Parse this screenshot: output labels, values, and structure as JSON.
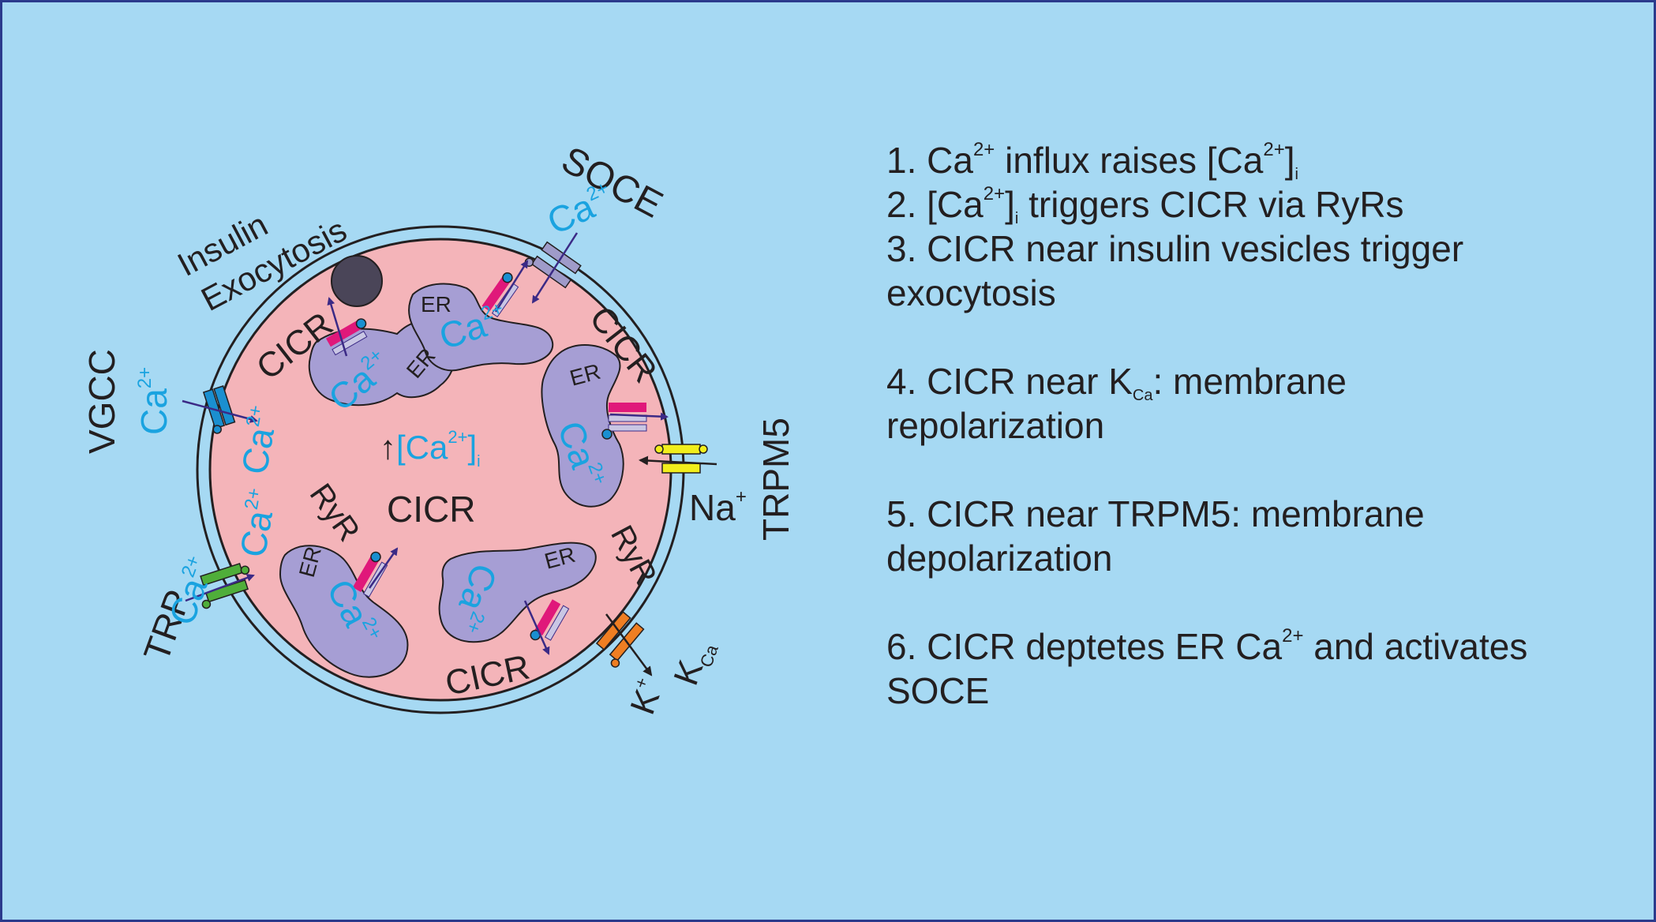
{
  "labels": {
    "soce": "SOCE",
    "insulin": "Insulin",
    "exocytosis": "Exocytosis",
    "vgcc": "VGCC",
    "trp": "TRP",
    "trpm5": "TRPM5",
    "na": "Na",
    "na_sup": "+",
    "k": "K",
    "k_sup": "+",
    "kca_k": "K",
    "kca_sub": "Ca",
    "cicr": "CICR",
    "ryr": "RyR",
    "er": "ER",
    "ca": "Ca",
    "ca_sup": "2+",
    "ca_bracket_open": "[Ca",
    "ca_bracket_close": "]",
    "sub_i": "i",
    "up_arrow": "↑"
  },
  "steps": {
    "s1_a": "1. Ca",
    "s1_sup": "2+",
    "s1_b": " influx raises [Ca",
    "s1_sup2": "2+",
    "s1_c": "]",
    "s1_sub": "i",
    "s2_a": "2. [Ca",
    "s2_sup": "2+",
    "s2_b": "]",
    "s2_sub": "i",
    "s2_c": " triggers CICR via RyRs",
    "s3_a": "3. CICR near insulin vesicles trigger",
    "s3_b": "exocytosis",
    "s4_a": "4. CICR near K",
    "s4_sub": "Ca",
    "s4_b": ": membrane",
    "s4_c": "repolarization",
    "s5_a": "5. CICR near TRPM5: membrane",
    "s5_b": "depolarization",
    "s6_a": "6. CICR deptetes ER Ca",
    "s6_sup": "2+",
    "s6_b": " and activates",
    "s6_c": " SOCE"
  },
  "colors": {
    "background": "#a6d9f3",
    "frame": "#2b3a8c",
    "cell": "#f4b4b9",
    "er": "#a69ed4",
    "ryr": "#e0187a",
    "calcium_text": "#1aa3e0",
    "vgcc_channel": "#1a8fd0",
    "trp_channel": "#4fae3a",
    "trpm5_channel": "#f1ee1c",
    "kca_channel": "#ef7e22",
    "soce_channel": "#9f9bc9",
    "vesicle": "#4a4558"
  }
}
